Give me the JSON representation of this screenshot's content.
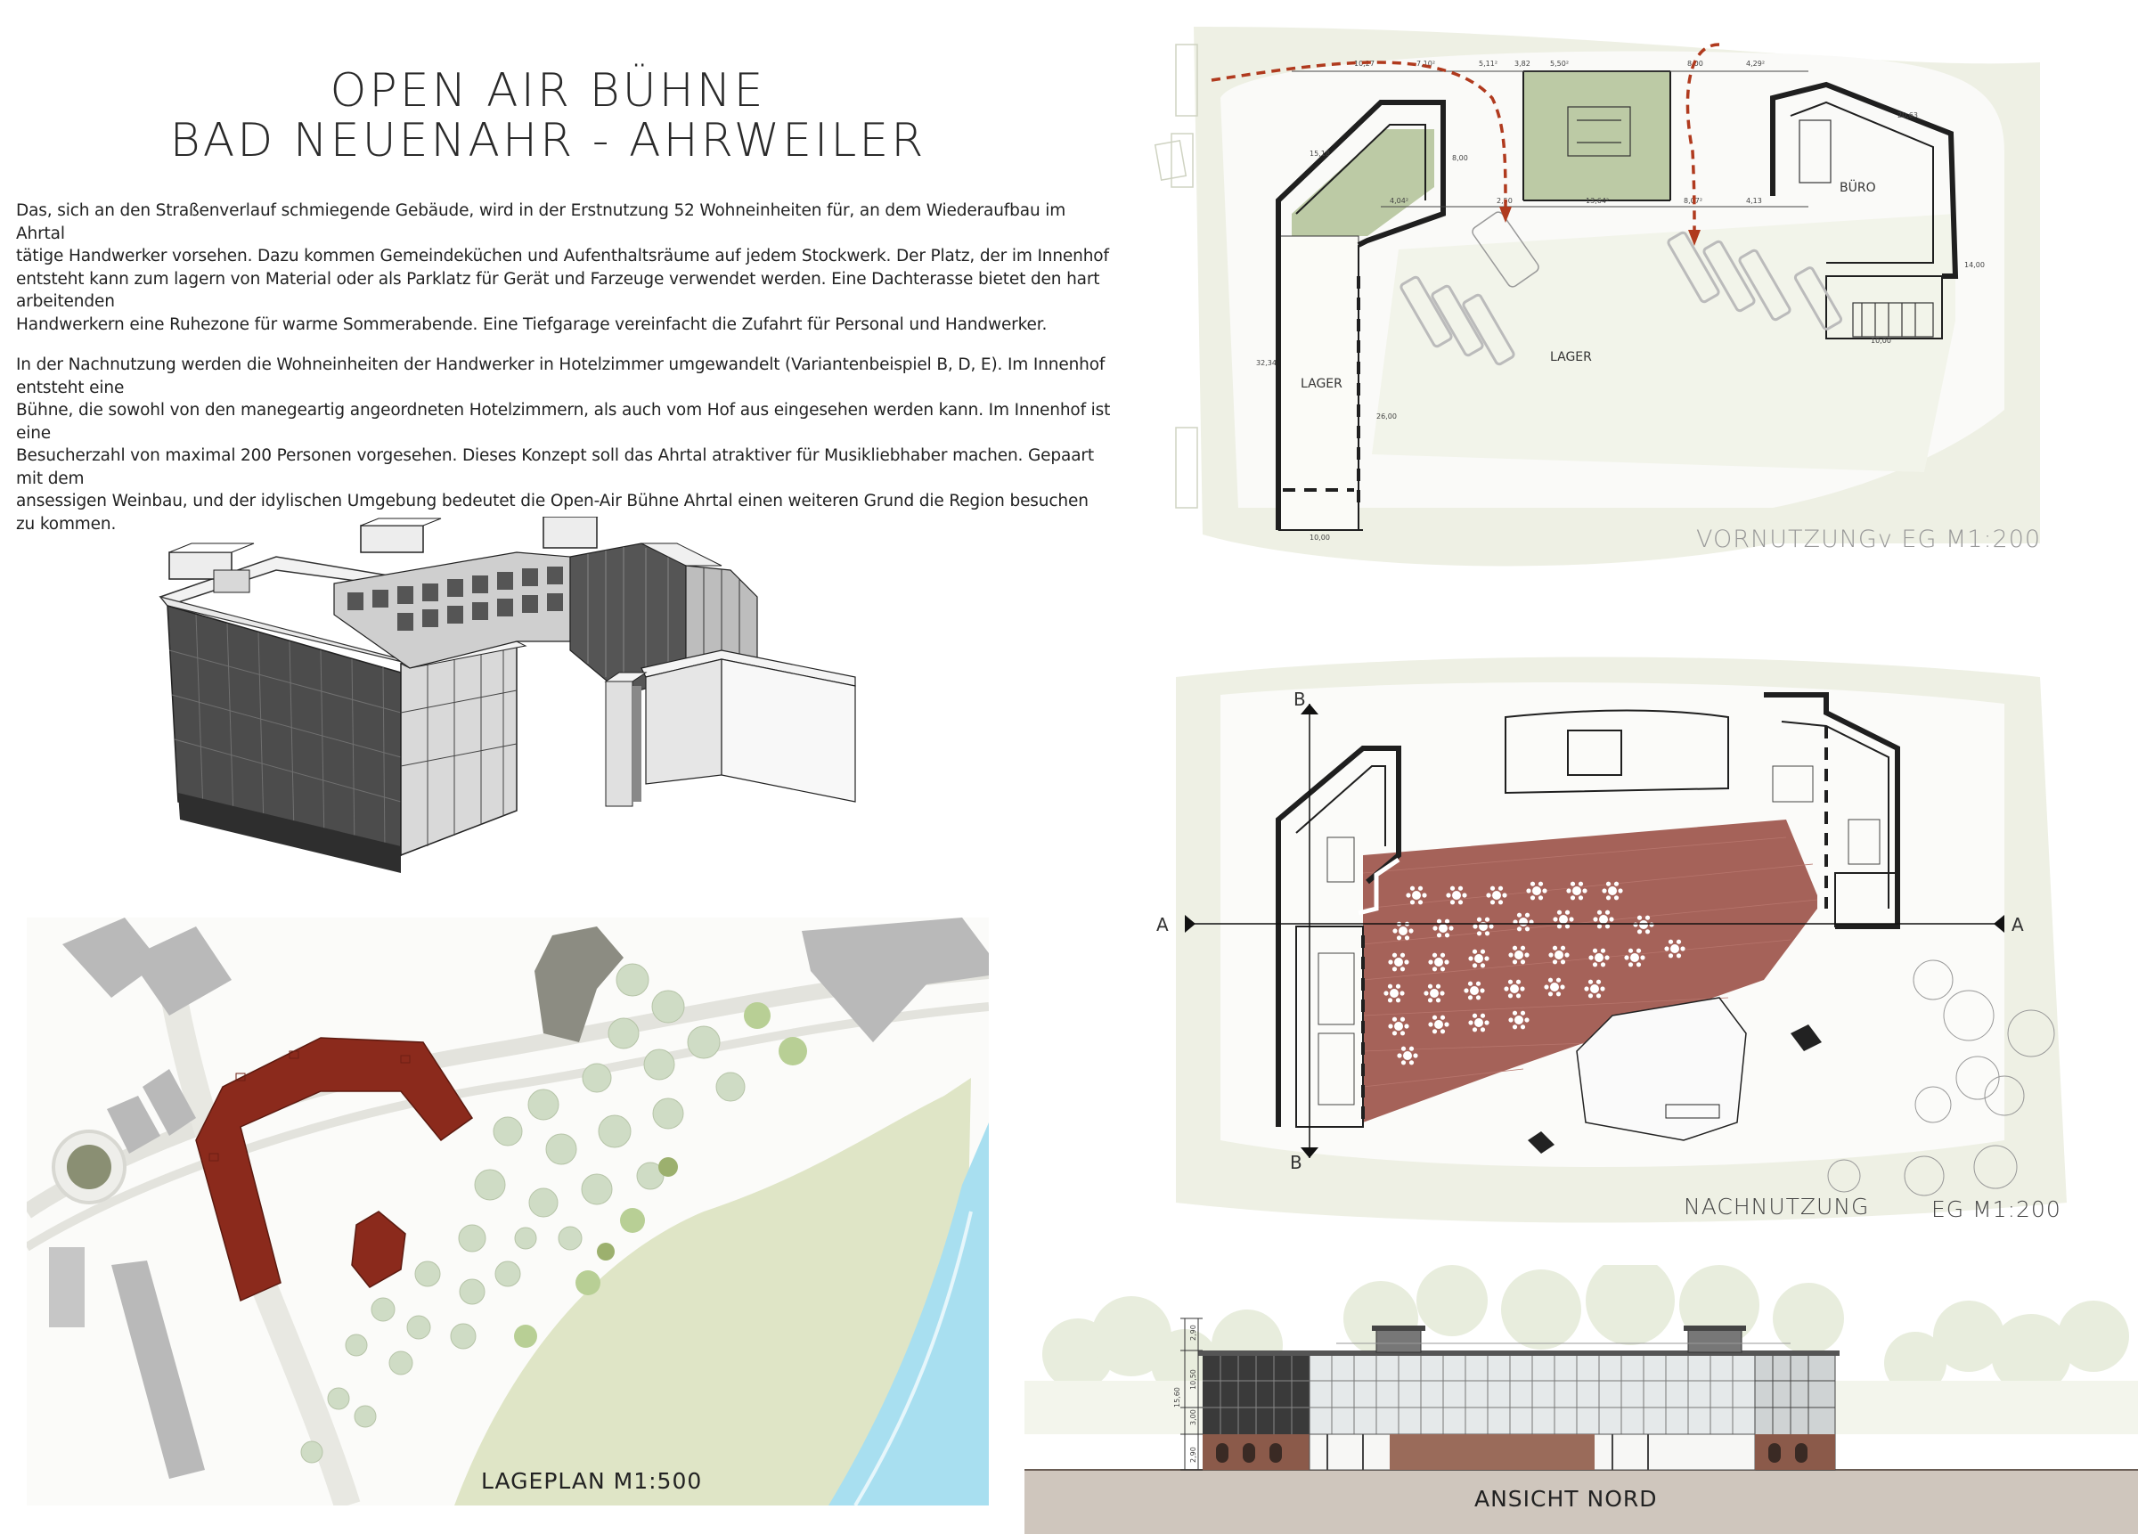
{
  "header": {
    "title_line1": "OPEN AIR BÜHNE",
    "title_line2": "BAD NEUENAHR - AHRWEILER"
  },
  "description": {
    "paragraph1": [
      "Das, sich an den Straßenverlauf schmiegende Gebäude, wird in der Erstnutzung 52 Wohneinheiten für, an dem Wiederaufbau im Ahrtal",
      "tätige Handwerker vorsehen. Dazu kommen Gemeindeküchen und Aufenthaltsräume auf jedem Stockwerk. Der Platz, der im Innenhof",
      "entsteht kann zum lagern von Material oder als Parklatz für Gerät und Farzeuge verwendet werden. Eine Dachterasse bietet den hart arbeitenden",
      "Handwerkern eine Ruhezone für warme Sommerabende. Eine Tiefgarage vereinfacht die Zufahrt für Personal und Handwerker."
    ],
    "paragraph2": [
      "In der Nachnutzung werden die Wohneinheiten der Handwerker in Hotelzimmer umgewandelt (Variantenbeispiel B, D, E). Im Innenhof entsteht eine",
      "Bühne, die sowohl von den manegeartig angeordneten Hotelzimmern, als auch vom Hof aus eingesehen werden kann. Im Innenhof ist eine",
      "Besucherzahl von maximal 200 Personen vorgesehen. Dieses Konzept soll das Ahrtal atraktiver für Musikliebhaber machen. Gepaart mit dem",
      "ansessigen Weinbau, und der idylischen Umgebung bedeutet die Open-Air Bühne Ahrtal einen weiteren Grund die Region besuchen zu kommen."
    ]
  },
  "drawings": {
    "site_plan_label": "LAGEPLAN    M1:500",
    "plan_before_label": "VORNUTZUNGv    EG     M1:200",
    "plan_after_label": "NACHNUTZUNG",
    "plan_after_scale": "EG     M1:200",
    "elevation_label": "ANSICHT NORD"
  },
  "plan_before": {
    "rooms": {
      "lager_left": "LAGER",
      "lager_center": "LAGER",
      "buero": "BÜRO"
    },
    "dims_top": [
      "10,27",
      "7,10²",
      "5,11²",
      "3,82",
      "5,50²",
      "8,00",
      "4,29²"
    ],
    "dims_mid": [
      "4,04²",
      "2,50",
      "13,64²",
      "8,07²",
      "4,13"
    ],
    "dims_misc": [
      "15,18",
      "8,00",
      "20,63",
      "10,00",
      "10,00",
      "32,34",
      "26,00",
      "14,00"
    ]
  },
  "plan_after": {
    "section_markers": {
      "a_left": "A",
      "a_right": "A",
      "b_top": "B",
      "b_bottom": "B"
    }
  },
  "elevation": {
    "dims": [
      "15,60",
      "2,90",
      "10,50",
      "3,00",
      "2,90"
    ]
  },
  "colors": {
    "roof_red": "#8b2a1c",
    "stage_red": "#a05a50",
    "plan_green": "#bccaa5",
    "river_blue": "#a8dff0",
    "meadow_green": "#dfe5c6",
    "arrow_red": "#b03a1e"
  }
}
